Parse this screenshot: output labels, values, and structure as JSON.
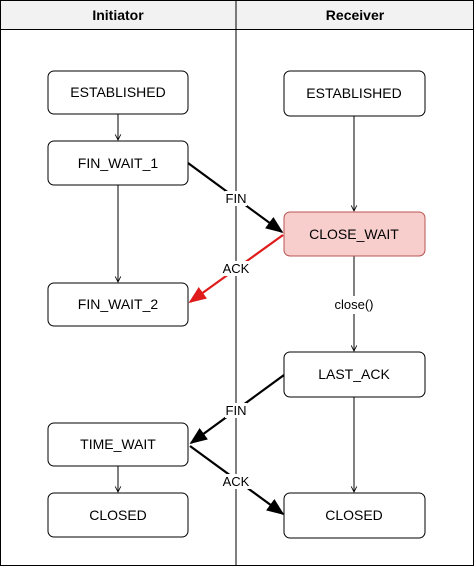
{
  "lanes": {
    "initiator": "Initiator",
    "receiver": "Receiver"
  },
  "states": {
    "established_initiator": "ESTABLISHED",
    "fin_wait_1": "FIN_WAIT_1",
    "fin_wait_2": "FIN_WAIT_2",
    "time_wait": "TIME_WAIT",
    "closed_initiator": "CLOSED",
    "established_receiver": "ESTABLISHED",
    "close_wait": "CLOSE_WAIT",
    "last_ack": "LAST_ACK",
    "closed_receiver": "CLOSED"
  },
  "edges": {
    "fin_1": "FIN",
    "ack_1": "ACK",
    "close_call": "close()",
    "fin_2": "FIN",
    "ack_2": "ACK"
  },
  "colors": {
    "highlight_fill": "#f8cecc",
    "highlight_stroke": "#b85450",
    "ack_arrow": "#e01b1b",
    "line": "#000000"
  }
}
